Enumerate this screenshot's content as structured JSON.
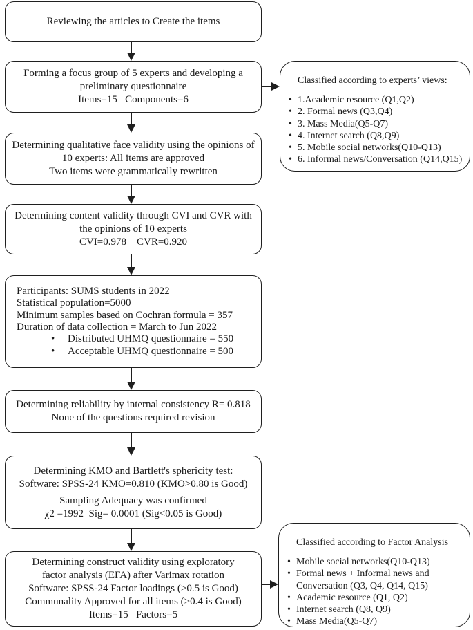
{
  "glyphs": {
    "bullet": "•"
  },
  "colors": {
    "background": "#ffffff",
    "line": "#1f1f1f",
    "text": "#1a1a1a"
  },
  "diagram": {
    "steps": {
      "step1": {
        "line1": "Reviewing the articles to Create the items"
      },
      "step2": {
        "line1": "Forming a focus group of 5 experts and developing a",
        "line2": "preliminary questionnaire",
        "line3": "Items=15   Components=6"
      },
      "step3": {
        "line1": "Determining qualitative face validity using the opinions of",
        "line2": "10 experts: All items are approved",
        "line3": "Two items were grammatically rewritten"
      },
      "step4": {
        "line1": "Determining content validity through CVI and CVR with",
        "line2": "the opinions of 10 experts",
        "line3": "CVI=0.978    CVR=0.920"
      },
      "step5": {
        "line1": "Participants: SUMS students in 2022",
        "line2": "Statistical population=5000",
        "line3": "Minimum samples based on Cochran formula = 357",
        "line4": "Duration of data collection = March to Jun 2022",
        "bullet1": "Distributed UHMQ questionnaire = 550",
        "bullet2": "Acceptable UHMQ questionnaire = 500"
      },
      "step6": {
        "line1": "Determining reliability by internal consistency R= 0.818",
        "line2": "None of the questions required revision"
      },
      "step7": {
        "line1": "Determining KMO and Bartlett's sphericity test:",
        "line2": "Software: SPSS-24 KMO=0.810 (KMO>0.80 is Good)",
        "line3": "Sampling Adequacy was confirmed",
        "line4": "χ2 =1992  Sig= 0.0001 (Sig<0.05 is Good)"
      },
      "step8": {
        "line1": "Determining construct validity using exploratory",
        "line2": "factor analysis (EFA) after Varimax rotation",
        "line3": "Software: SPSS-24 Factor loadings (>0.5 is Good)",
        "line4": "Communality Approved for all items (>0.4 is Good)",
        "line5": "Items=15   Factors=5"
      }
    },
    "side1": {
      "title": "Classified according to experts’ views:",
      "items": [
        "1.Academic resource (Q1,Q2)",
        "2. Formal news (Q3,Q4)",
        "3. Mass Media(Q5-Q7)",
        "4. Internet search (Q8,Q9)",
        "5. Mobile social networks(Q10-Q13)",
        "6. Informal news/Conversation (Q14,Q15)"
      ]
    },
    "side2": {
      "title": "Classified according to Factor Analysis",
      "items": [
        "Mobile social networks(Q10-Q13)",
        "Formal news + Informal news and Conversation (Q3, Q4, Q14, Q15)",
        "Academic resource (Q1, Q2)",
        "Internet search (Q8, Q9)",
        "Mass Media(Q5-Q7)"
      ]
    }
  }
}
